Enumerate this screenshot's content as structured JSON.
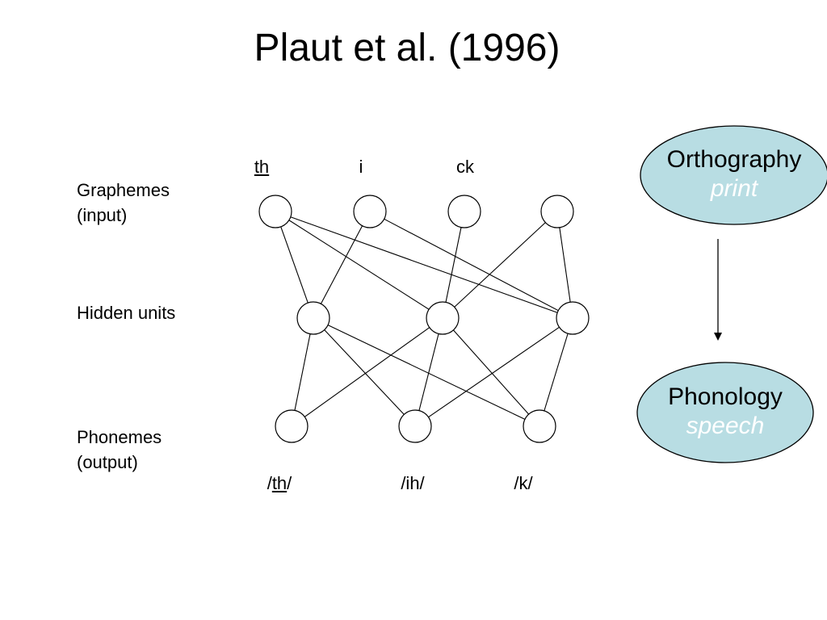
{
  "title": "Plaut et al. (1996)",
  "layers": {
    "input_label": [
      "Graphemes",
      "(input)"
    ],
    "hidden_label": "Hidden units",
    "output_label": [
      "Phonemes",
      "(output)"
    ]
  },
  "graphemes": [
    {
      "underlined": "th",
      "rest": ""
    },
    {
      "underlined": "",
      "rest": "i"
    },
    {
      "underlined": "",
      "rest": "ck"
    }
  ],
  "phonemes": [
    {
      "pre": "/",
      "underlined": "th",
      "rest": "/"
    },
    {
      "pre": "",
      "underlined": "",
      "rest": "/ih/"
    },
    {
      "pre": "",
      "underlined": "",
      "rest": "/k/"
    }
  ],
  "network": {
    "input_units": 4,
    "hidden_units": 3,
    "output_units": 3,
    "input_hidden_links": [
      [
        0,
        0
      ],
      [
        0,
        1
      ],
      [
        0,
        2
      ],
      [
        1,
        0
      ],
      [
        1,
        2
      ],
      [
        2,
        1
      ],
      [
        3,
        1
      ],
      [
        3,
        2
      ]
    ],
    "hidden_output_links": [
      [
        0,
        0
      ],
      [
        0,
        1
      ],
      [
        0,
        2
      ],
      [
        1,
        0
      ],
      [
        1,
        1
      ],
      [
        1,
        2
      ],
      [
        2,
        1
      ],
      [
        2,
        2
      ]
    ]
  },
  "orthography": {
    "title": "Orthography",
    "subtitle": "print"
  },
  "phonology": {
    "title": "Phonology",
    "subtitle": "speech"
  },
  "colors": {
    "ellipse_fill": "#b8dde3",
    "subtitle_text": "#ffffff"
  }
}
